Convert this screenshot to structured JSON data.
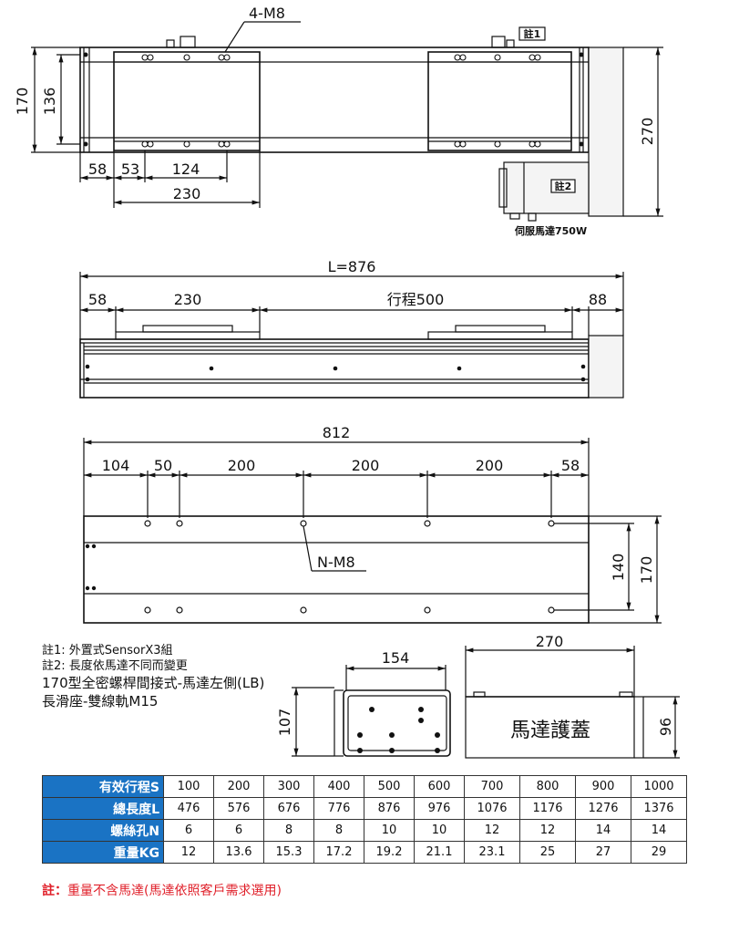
{
  "top_view": {
    "bolt_label": "4-M8",
    "dims": {
      "h_outer": "170",
      "h_inner": "136",
      "w_right": "270",
      "d1": "58",
      "d2": "53",
      "d3": "124",
      "d4": "230"
    },
    "note1_tag": "註1",
    "note2_tag": "註2",
    "motor_label": "伺服馬達750W"
  },
  "side_view": {
    "total": "L=876",
    "d_left": "58",
    "d_slider": "230",
    "d_stroke": "行程500",
    "d_right": "88"
  },
  "bottom_view": {
    "total": "812",
    "d1": "104",
    "d2": "50",
    "d3": "200",
    "d4": "200",
    "d5": "200",
    "d6": "58",
    "bolt_label": "N-M8",
    "h_inner": "140",
    "h_outer": "170"
  },
  "end_view": {
    "width": "154",
    "height": "107"
  },
  "cover_view": {
    "width": "270",
    "height": "96",
    "label": "馬達護蓋"
  },
  "notes": {
    "n1": "註1: 外置式SensorX3組",
    "n2": "註2: 長度依馬達不同而變更",
    "model": "170型全密螺桿間接式-馬達左側(LB)",
    "slider": "長滑座-雙線軌M15"
  },
  "table": {
    "rows": [
      {
        "header": "有效行程S",
        "values": [
          "100",
          "200",
          "300",
          "400",
          "500",
          "600",
          "700",
          "800",
          "900",
          "1000"
        ]
      },
      {
        "header": "總長度L",
        "values": [
          "476",
          "576",
          "676",
          "776",
          "876",
          "976",
          "1076",
          "1176",
          "1276",
          "1376"
        ]
      },
      {
        "header": "螺絲孔N",
        "values": [
          "6",
          "6",
          "8",
          "8",
          "10",
          "10",
          "12",
          "12",
          "14",
          "14"
        ]
      },
      {
        "header": "重量KG",
        "values": [
          "12",
          "13.6",
          "15.3",
          "17.2",
          "19.2",
          "21.1",
          "23.1",
          "25",
          "27",
          "29"
        ]
      }
    ]
  },
  "footnote": {
    "prefix": "註：",
    "text": "重量不含馬達(馬達依照客戶需求選用)"
  },
  "colors": {
    "header_bg": "#1a73c4",
    "footnote": "#e0202a"
  }
}
